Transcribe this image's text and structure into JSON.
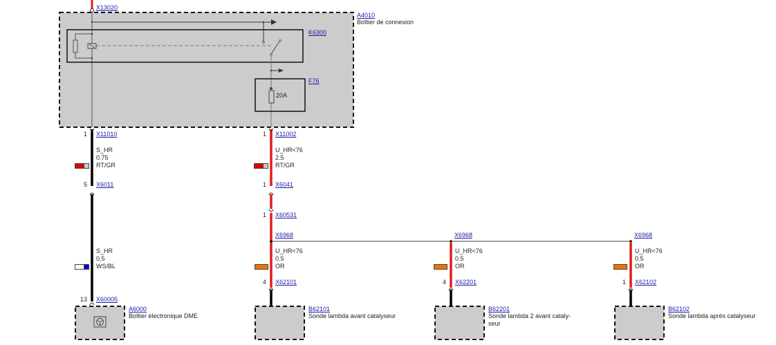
{
  "components": {
    "junction_box": {
      "id": "A4010",
      "name": "Boîtier de connexion"
    },
    "relay": {
      "id": "K6300"
    },
    "fuse": {
      "id": "F76",
      "rating": "20A"
    },
    "dme": {
      "id": "A6000",
      "name": "Boîtier électronique DME"
    },
    "sensor1": {
      "id": "B62101",
      "name": "Sonde lambda avant catalyseur"
    },
    "sensor2": {
      "id": "B62201",
      "name": "Sonde lambda 2 avant cataly-\nseur",
      "name_line1": "Sonde lambda 2 avant cataly-",
      "name_line2": "seur"
    },
    "sensor3": {
      "id": "B62102",
      "name": "Sonde lambda après catalyseur"
    }
  },
  "connectors": {
    "top": {
      "id": "X13020"
    },
    "c11010": {
      "id": "X11010",
      "pin": "1"
    },
    "c11002": {
      "id": "X11002",
      "pin": "1"
    },
    "c6011": {
      "id": "X6011",
      "pin": "5"
    },
    "c6041": {
      "id": "X6041",
      "pin": "1"
    },
    "c60531": {
      "id": "X60531",
      "pin": "1"
    },
    "c60005": {
      "id": "X60005",
      "pin": "13"
    },
    "splice1": {
      "id": "X6968"
    },
    "splice2": {
      "id": "X6968"
    },
    "splice3": {
      "id": "X6968"
    },
    "c62101": {
      "id": "X62101",
      "pin": "4"
    },
    "c62201": {
      "id": "X62201",
      "pin": "4"
    },
    "c62102": {
      "id": "X62102",
      "pin": "1"
    }
  },
  "wires": {
    "w1": {
      "signal": "S_HR",
      "gauge": "0.75",
      "color_code": "RT/GR",
      "colors": [
        "#e00000",
        "#c8c8c8"
      ]
    },
    "w2": {
      "signal": "U_HR<76",
      "gauge": "2.5",
      "color_code": "RT/GR",
      "colors": [
        "#e00000",
        "#c8c8c8"
      ]
    },
    "w3": {
      "signal": "S_HR",
      "gauge": "0.5",
      "color_code": "WS/BL",
      "colors": [
        "#ffffff",
        "#0000e0"
      ]
    },
    "w4": {
      "signal": "U_HR<76",
      "gauge": "0.5",
      "color_code": "OR",
      "colors": [
        "#f07000"
      ]
    },
    "w5": {
      "signal": "U_HR<76",
      "gauge": "0.5",
      "color_code": "OR",
      "colors": [
        "#f07000"
      ]
    },
    "w6": {
      "signal": "U_HR<76",
      "gauge": "0.5",
      "color_code": "OR",
      "colors": [
        "#f07000"
      ]
    }
  },
  "colors": {
    "component_fill": "#cccccc",
    "wire_red": "#e41c1c",
    "wire_black": "#000000",
    "link": "#1a1aa8"
  }
}
